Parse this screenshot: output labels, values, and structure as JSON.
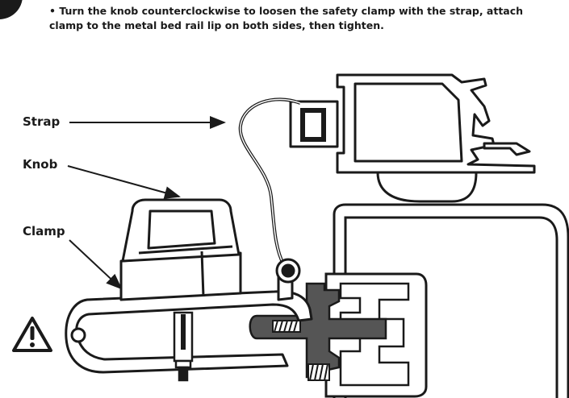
{
  "instruction": {
    "line1": "• Turn the knob counterclockwise to loosen the safety clamp with the strap, attach",
    "line2": "clamp to the metal bed rail lip on both sides, then tighten."
  },
  "callouts": {
    "strap": "Strap",
    "knob": "Knob",
    "clamp": "Clamp"
  },
  "icons": {
    "warning": "warning-triangle-icon"
  },
  "colors": {
    "ink": "#1a1a1a",
    "rail_fill": "#555555",
    "background": "#ffffff"
  }
}
